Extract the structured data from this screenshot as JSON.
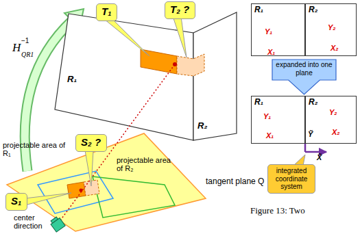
{
  "diagram": {
    "nodes": [
      {
        "text": [
          "T₁"
        ]
      },
      {
        "text": [
          "T₂ ?"
        ]
      },
      {
        "text": [
          "S₂ ?"
        ]
      },
      {
        "text": [
          "S₁"
        ]
      },
      {
        "text": [
          "R₁"
        ]
      },
      {
        "text": [
          "R₂"
        ]
      },
      {
        "text": [
          "expanded into one plane"
        ]
      },
      {
        "text": [
          "R₁"
        ]
      },
      {
        "text": [
          "R₂"
        ]
      },
      {
        "text": [
          "integrated coordinate system"
        ]
      }
    ],
    "labels": [
      "H",
      "−1",
      "QR1",
      "R₁",
      "R₂",
      "projectable area of R₁",
      "projectable area of R₂",
      "tangent plane Q",
      "center direction",
      "Y₁",
      "X₁",
      "Y₂",
      "X₂",
      "Y₁",
      "X₁",
      "Y₂",
      "X₂",
      "X̃",
      "Ỹ",
      "Figure 13: Two"
    ]
  }
}
